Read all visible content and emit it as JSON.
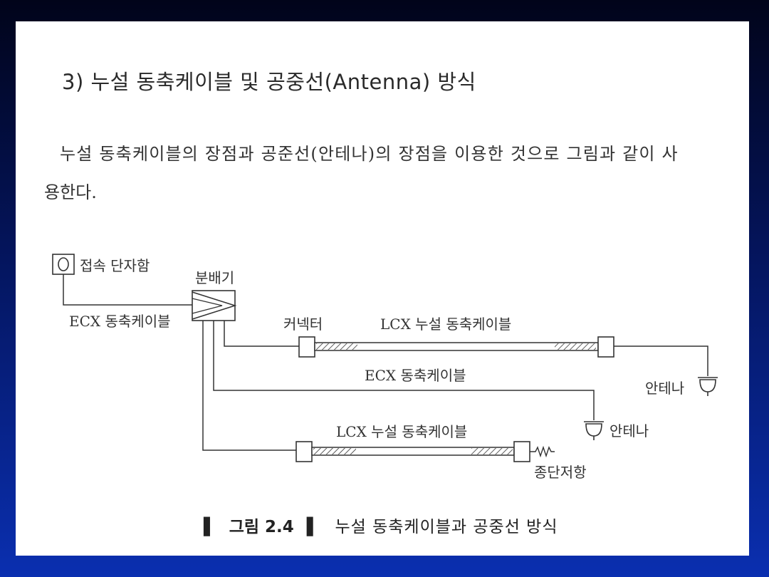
{
  "heading": "3) 누설 동축케이블 및 공중선(Antenna) 방식",
  "body": {
    "line1": "누설 동축케이블의 장점과 공준선(안테나)의 장점을 이용한 것으로 그림과 같이 사",
    "line2": "용한다."
  },
  "diagram": {
    "junction_box_label": "접속 단자함",
    "splitter_label": "분배기",
    "ecx_cable_left": "ECX 동축케이블",
    "connector_label": "커넥터",
    "lcx_cable_top": "LCX 누설 동축케이블",
    "ecx_cable_middle": "ECX 동축케이블",
    "antenna_right": "안테나",
    "antenna_middle": "안테나",
    "lcx_cable_bottom": "LCX 누설 동축케이블",
    "terminator_label": "종단저항"
  },
  "caption": {
    "bar": "▌",
    "figure_number": "그림 2.4",
    "text": "누설 동축케이블과 공중선 방식"
  },
  "colors": {
    "background": "#0a2fb0",
    "slide": "#ffffff",
    "line": "#333333"
  }
}
